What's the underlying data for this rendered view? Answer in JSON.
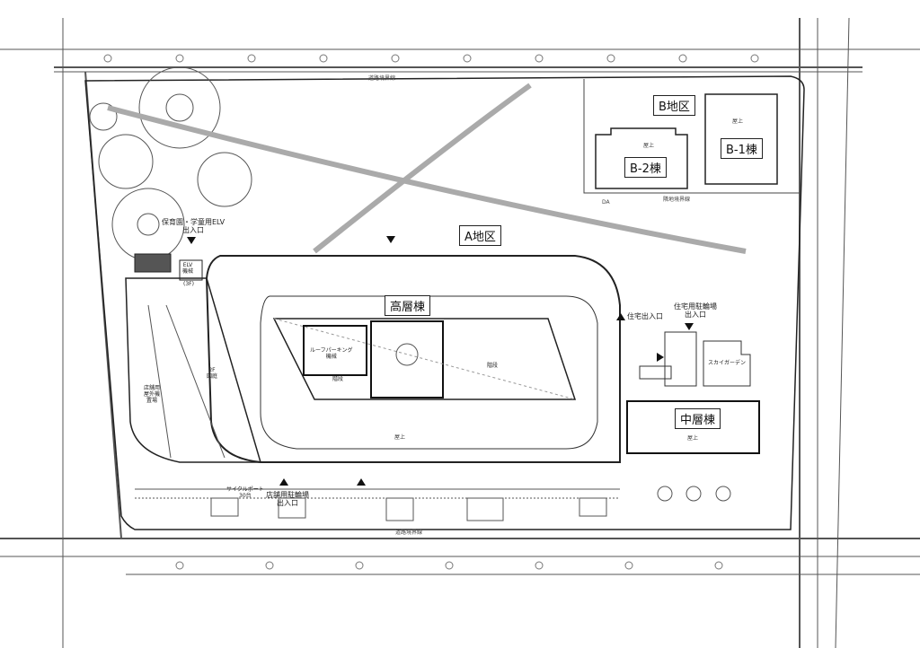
{
  "districts": {
    "a": "A地区",
    "b": "B地区"
  },
  "buildings": {
    "high_rise": "高層棟",
    "mid_rise": "中層棟",
    "b1": "B-1棟",
    "b2": "B-2棟"
  },
  "labels": {
    "rooftop": "屋上",
    "nursery_elv_entrance": [
      "保育園・学童用ELV",
      "出入口"
    ],
    "elv_machine": [
      "ELV",
      "機械"
    ],
    "elv_floor": "(3F)",
    "garden_2f": [
      "2F",
      "園庭"
    ],
    "shop_outdoor_unit": [
      "店舗用",
      "屋外機",
      "置場"
    ],
    "roof_parking": [
      "ルーフパーキング",
      "機械"
    ],
    "stairs": "階段",
    "residence_entrance": "住宅出入口",
    "residence_bicycle_entrance": [
      "住宅用駐輪場",
      "出入口"
    ],
    "sky_garden": "スカイガーデン",
    "cycle_port": [
      "サイクルポート",
      "30台"
    ],
    "shop_bicycle_entrance": [
      "店舗用駐輪場",
      "出入口"
    ],
    "road_boundary": "道路境界線",
    "adjacent_boundary": "隣地境界線",
    "da": "DA"
  },
  "colors": {
    "line": "#333333",
    "road": "#888888"
  }
}
